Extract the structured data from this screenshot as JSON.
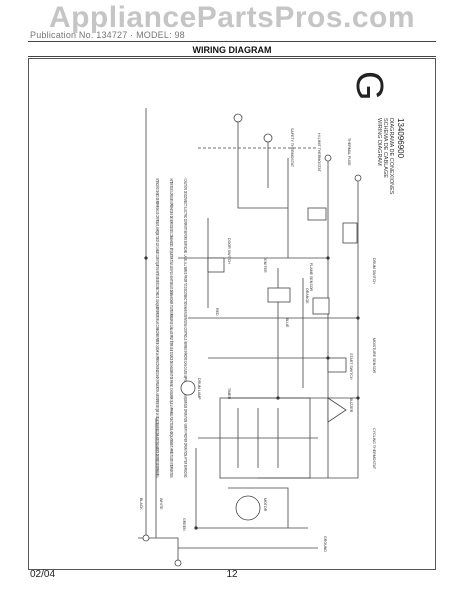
{
  "header": {
    "watermark": "AppliancePartsPros.com",
    "subtitle": "Publication No. 134727 · MODEL: 98",
    "title": "WIRING DIAGRAM"
  },
  "badge": {
    "letter": "G",
    "lines": [
      "WIRING DIAGRAM",
      "SCHEMA DE CABLAGE",
      "DIAGRAMA DE CONEXIONES"
    ],
    "part_number": "134096900"
  },
  "caution": {
    "en": "! CAUTION: DISCONNECT ELECTRIC CURRENT BEFORE SERVICING. LABEL ALL WIRES PRIOR TO DISCONNECTION WHEN SERVICING CONTROLS. WIRING ERRORS CAN CAUSE IMPROPER AND DANGEROUS OPERATION. VERIFY PROPER OPERATION AFTER SERVICING.",
    "fr": "! ATTENTION: LORS DES OPÉRATIONS DE SERVICE DES COMMANDES, ÉTIQUETER TOUS LES FILS AVANT DE LES DÉBRANCHER. TOUTE ERREUR DE CÂBLAGE PEUT ÊTRE UNE SOURCE DE DANGER ET DE PANNE. S'ASSURER QUE L'APPAREIL FONCTIONNE ADÉQUATEMENT APRÈS TOUTE INTERVENTION.",
    "es": "! ATENCIÓN: CUANDO SE REPARAN LOS CONTROLES, MARQUE TODOS LOS CABLES CON ETIQUETAS ANTES DE DESCONECTARLOS. CUALQUIER ERROR EN LAS CONEXIONES PUEDE CAUSAR LA OPERACIÓN INADECUADA Y PELIGROSA. ASEGURESE DE QUE LA SECADORA FUNCIONE ADECUADAMENTE DESPUÉS DE REPARARLA."
  },
  "component_labels": [
    "SAFETY THERMOSTAT",
    "HI LIMIT THERMOSTAT",
    "THERMAL FUSE",
    "IGNITER",
    "FLAME SENSOR",
    "DRUM LAMP",
    "DOOR SWITCH",
    "MOTOR",
    "START SWITCH",
    "TIMER",
    "BUZZER",
    "DRUM SWITCH",
    "MOISTURE SENSOR",
    "CYCLING THERMOSTAT",
    "BLACK",
    "WHITE",
    "RED",
    "BLUE",
    "ORANGE",
    "GREEN",
    "GROUND"
  ],
  "footer": {
    "date": "02/04",
    "page": "12"
  }
}
